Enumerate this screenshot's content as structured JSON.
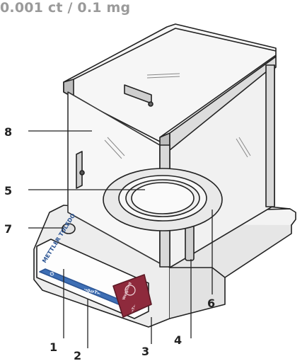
{
  "header": {
    "title": "0.001 ct / 0.1 mg"
  },
  "display": {
    "brand": "METTLER TOLEDO",
    "power_symbol": "⏻",
    "tare_label": "→T←",
    "zero_label": "→0←",
    "weight_label": "Weighing",
    "key_label": "→T←"
  },
  "callouts": [
    {
      "id": "1",
      "label": "1"
    },
    {
      "id": "2",
      "label": "2"
    },
    {
      "id": "3",
      "label": "3"
    },
    {
      "id": "4",
      "label": "4"
    },
    {
      "id": "5",
      "label": "5"
    },
    {
      "id": "6",
      "label": "6"
    },
    {
      "id": "7",
      "label": "7"
    },
    {
      "id": "8",
      "label": "8"
    }
  ],
  "colors": {
    "title": "#9a9a9a",
    "screen_blue": "#3e6fb5",
    "key_red": "#8e2a3c",
    "outline": "#222222",
    "glass": "#f4f4f4"
  }
}
